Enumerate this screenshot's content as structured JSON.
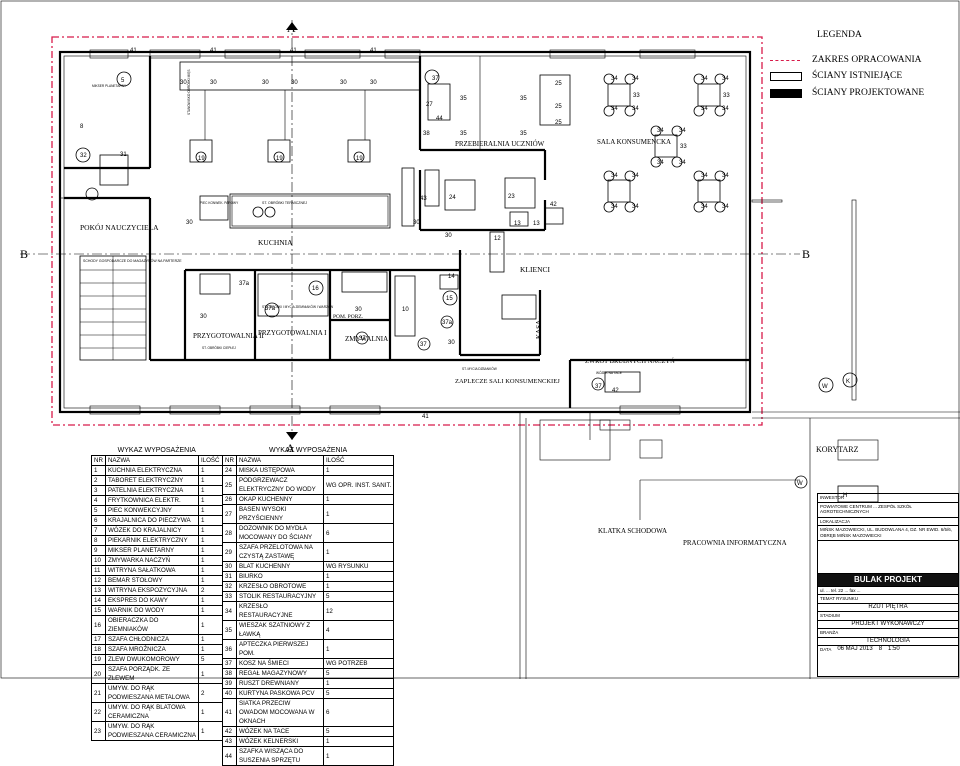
{
  "legend": {
    "title": "LEGENDA",
    "items": [
      {
        "label": "ZAKRES OPRACOWANIA",
        "swatch": "#d81b4a"
      },
      {
        "label": "ŚCIANY ISTNIEJĄCE",
        "swatch": "#ffffff"
      },
      {
        "label": "ŚCIANY PROJEKTOWANE",
        "swatch": "#000000"
      }
    ]
  },
  "axes": {
    "a_top": "A",
    "a_bottom": "A",
    "b_left": "B",
    "b_right": "B"
  },
  "rooms": {
    "kuchnia": "KUCHNIA",
    "pokoj": "POKÓJ NAUCZYCIELA",
    "sala": "SALA KONSUMENCKA",
    "przebieralnia": "PRZEBIERALNIA UCZNIÓW",
    "klienci": "KLIENCI",
    "kasa": "KASA",
    "zmywalnia": "ZMYWALNIA",
    "przyg2": "PRZYGOTOWALNIA II",
    "przyg1": "PRZYGOTOWALNIA I",
    "zaplecze": "ZAPLECZE SALI KONSUMENCKIEJ",
    "zwrot": "ZWROT BRUDNYCH NACZYŃ",
    "korytarz": "KORYTARZ",
    "klatka": "KLATKA SCHODOWA",
    "pracownia": "PRACOWNIA INFORMATYCZNA",
    "pom_porz": "POM. PORZ.",
    "magazyn": "SCHODY GOSPODARCZE DO MAGAZYNÓW NA PARTERZE",
    "zm_naczyn": "ST. OBRÓBKI CIEPŁEJ",
    "stanowisko": "ST. OBRÓBKI TERMICZNEJ",
    "piec": "PIEC KONWEK. PAROWY",
    "mikser": "MIKSER PLANETARNY",
    "st_obrob": "ST. OBRÓBKI I MYCIA ZIEMNIAKÓW I WARZYW",
    "st_myc": "ST. MYCIA DZBANKÓW",
    "wozek_na_tace": "WÓZEK NA TACE",
    "stanowiska_obr": "STANOWISKO OBRÓBKI MIĘS"
  },
  "tables": {
    "title": "WYKAZ WYPOSAŻENIA",
    "headers": [
      "NR",
      "NAZWA",
      "ILOŚĆ"
    ],
    "left": [
      [
        "1",
        "KUCHNIA ELEKTRYCZNA",
        "1"
      ],
      [
        "2",
        "TABORET ELEKTRYCZNY",
        "1"
      ],
      [
        "3",
        "PATELNIA ELEKTRYCZNA",
        "1"
      ],
      [
        "4",
        "FRYTKOWNICA ELEKTR.",
        "1"
      ],
      [
        "5",
        "PIEC KONWEKCYJNY",
        "1"
      ],
      [
        "6",
        "KRAJALNICA DO PIECZYWA",
        "1"
      ],
      [
        "7",
        "WÓZEK DO KRAJALNICY",
        "1"
      ],
      [
        "8",
        "PIEKARNIK ELEKTRYCZNY",
        "1"
      ],
      [
        "9",
        "MIKSER PLANETARNY",
        "1"
      ],
      [
        "10",
        "ZMYWARKA NACZYŃ",
        "1"
      ],
      [
        "11",
        "WITRYNA SAŁATKOWA",
        "1"
      ],
      [
        "12",
        "BEMAR STOŁOWY",
        "1"
      ],
      [
        "13",
        "WITRYNA EKSPOZYCYJNA",
        "2"
      ],
      [
        "14",
        "EKSPRES DO KAWY",
        "1"
      ],
      [
        "15",
        "WARNIK DO WODY",
        "1"
      ],
      [
        "16",
        "OBIERACZKA DO ZIEMNIAKÓW",
        "1"
      ],
      [
        "17",
        "SZAFA CHŁODNICZA",
        "1"
      ],
      [
        "18",
        "SZAFA MROŹNICZA",
        "1"
      ],
      [
        "19",
        "ZLEW DWUKOMOROWY",
        "5"
      ],
      [
        "20",
        "SZAFA PORZĄDK. ZE ZLEWEM",
        "1"
      ],
      [
        "21",
        "UMYW. DO RĄK PODWIESZANA METALOWA",
        "2"
      ],
      [
        "22",
        "UMYW. DO RĄK BLATOWA CERAMICZNA",
        "1"
      ],
      [
        "23",
        "UMYW. DO RĄK PODWIESZANA CERAMICZNA",
        "1"
      ]
    ],
    "right": [
      [
        "24",
        "MISKA USTĘPOWA",
        "1"
      ],
      [
        "25",
        "PODGRZEWACZ ELEKTRYCZNY DO WODY",
        "WG OPR. INST. SANIT."
      ],
      [
        "26",
        "OKAP KUCHENNY",
        "1"
      ],
      [
        "27",
        "BASEN WYSOKI PRZYŚCIENNY",
        "1"
      ],
      [
        "28",
        "DOZOWNIK DO MYDŁA MOCOWANY DO ŚCIANY",
        "6"
      ],
      [
        "29",
        "SZAFA PRZELOTOWA NA CZYSTĄ ZASTAWĘ",
        "1"
      ],
      [
        "30",
        "BLAT KUCHENNY",
        "WG RYSUNKU"
      ],
      [
        "31",
        "BIURKO",
        "1"
      ],
      [
        "32",
        "KRZESŁO OBROTOWE",
        "1"
      ],
      [
        "33",
        "STOLIK RESTAURACYJNY",
        "5"
      ],
      [
        "34",
        "KRZESŁO RESTAURACYJNE",
        "12"
      ],
      [
        "35",
        "WIESZAK SZATNIOWY Z ŁAWKĄ",
        "4"
      ],
      [
        "36",
        "APTECZKA PIERWSZEJ POM.",
        "1"
      ],
      [
        "37",
        "KOSZ NA ŚMIECI",
        "WG POTRZEB"
      ],
      [
        "38",
        "REGAŁ MAGAZYNOWY",
        "5"
      ],
      [
        "39",
        "RUSZT DREWNIANY",
        "1"
      ],
      [
        "40",
        "KURTYNA PASKOWA PCV",
        "5"
      ],
      [
        "41",
        "SIATKA PRZECIW OWADOM MOCOWANA W OKNACH",
        "6"
      ],
      [
        "42",
        "WÓZEK NA TACE",
        "5"
      ],
      [
        "43",
        "WÓZEK KELNERSKI",
        "1"
      ],
      [
        "44",
        "SZAFKA WISZĄCA DO SUSZENIA SPRZĘTU",
        "1"
      ]
    ]
  },
  "stamp": {
    "inwestor_label": "INWESTOR",
    "inwestor": "POWIATOWE CENTRUM ... ZESPÓŁ SZKÓŁ AGROTECHNICZNYCH",
    "lokalizacja_label": "LOKALIZACJA",
    "lokalizacja": "MIŃSK MAZOWIECKI, UL. BUDOWLANA 4, DZ. NR EWID. 6/5/6, OBRĘB MIŃSK MAZOWIECKI",
    "brand": "BULAK PROJEKT",
    "brand_addr": "ul. ... tel. 22 ... fax ...",
    "drawing_label": "TEMAT RYSUNKU",
    "drawing": "RZUT PIĘTRA",
    "stage_label": "STADIUM",
    "stage": "PROJEKT WYKONAWCZY",
    "branch_label": "BRANŻA",
    "branch": "TECHNOLOGIA",
    "date_label": "DATA",
    "date": "06 MAJ 2013",
    "sheet": "8",
    "scale": "1:50"
  },
  "colors": {
    "scope": "#d81b4a",
    "ink": "#000000"
  }
}
